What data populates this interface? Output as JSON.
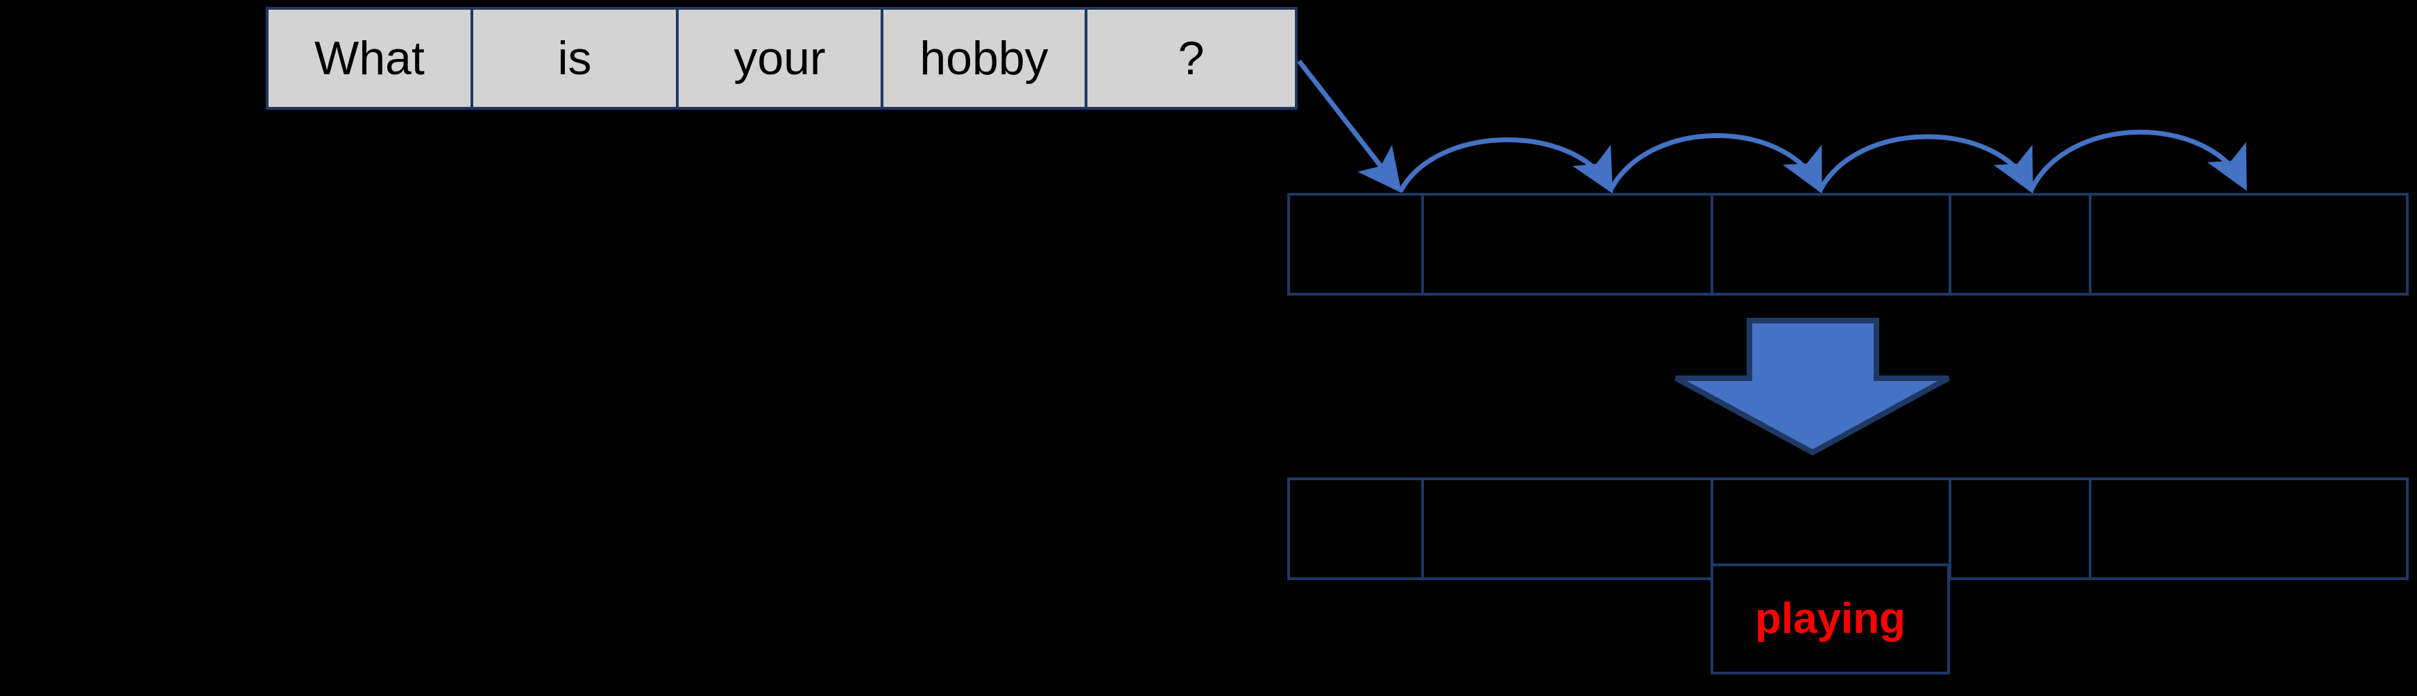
{
  "diagram": {
    "title": "seq2seq encoder-decoder token flow",
    "background_color": "#000000",
    "border_color": "#1F3864",
    "cell_fill_color": "#D3D3D3",
    "arrow_color": "#4472C4",
    "highlight_text_color": "#FF0000"
  },
  "input_row": {
    "name": "input-token-row",
    "cells": [
      {
        "label": "What"
      },
      {
        "label": "is"
      },
      {
        "label": "your"
      },
      {
        "label": "hobby"
      },
      {
        "label": "?"
      }
    ]
  },
  "encoder_row": {
    "name": "encoder-state-row",
    "cells": [
      {
        "label": ""
      },
      {
        "label": ""
      },
      {
        "label": ""
      },
      {
        "label": ""
      },
      {
        "label": ""
      }
    ]
  },
  "decoder_row": {
    "name": "decoder-state-row",
    "cells": [
      {
        "label": ""
      },
      {
        "label": ""
      },
      {
        "label": ""
      },
      {
        "label": ""
      },
      {
        "label": ""
      }
    ]
  },
  "output_cell": {
    "name": "predicted-token-cell",
    "label": "playing"
  },
  "connectors": {
    "feed_arrow": {
      "name": "input-to-encoder-arrow",
      "label": ""
    },
    "recurrent_arcs_count": 4,
    "block_arrow": {
      "name": "encoder-to-decoder-arrow",
      "label": ""
    }
  }
}
